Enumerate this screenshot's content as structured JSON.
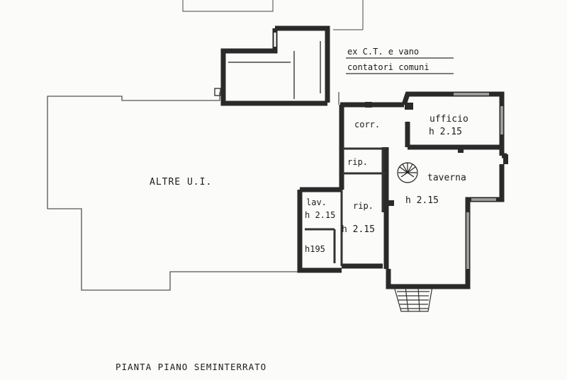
{
  "labels": {
    "ct_line1": "ex C.T. e vano",
    "ct_line2": "contatori comuni",
    "other_units": "ALTRE U.I.",
    "corridor": "corr.",
    "office": "ufficio",
    "office_height": "h 2.15",
    "storage_upper": "rip.",
    "tavern": "taverna",
    "tavern_height": "h 2.15",
    "laundry": "lav.",
    "laundry_height": "h 2.15",
    "storage_lower": "rip.",
    "storage_lower_height": "h 2.15",
    "laundry_low_height": "h195",
    "plan_title": "PIANTA PIANO SEMINTERRATO"
  },
  "colors": {
    "wall": "#2a2a2a",
    "outline": "#555555",
    "paper": "#fbfbf9"
  }
}
